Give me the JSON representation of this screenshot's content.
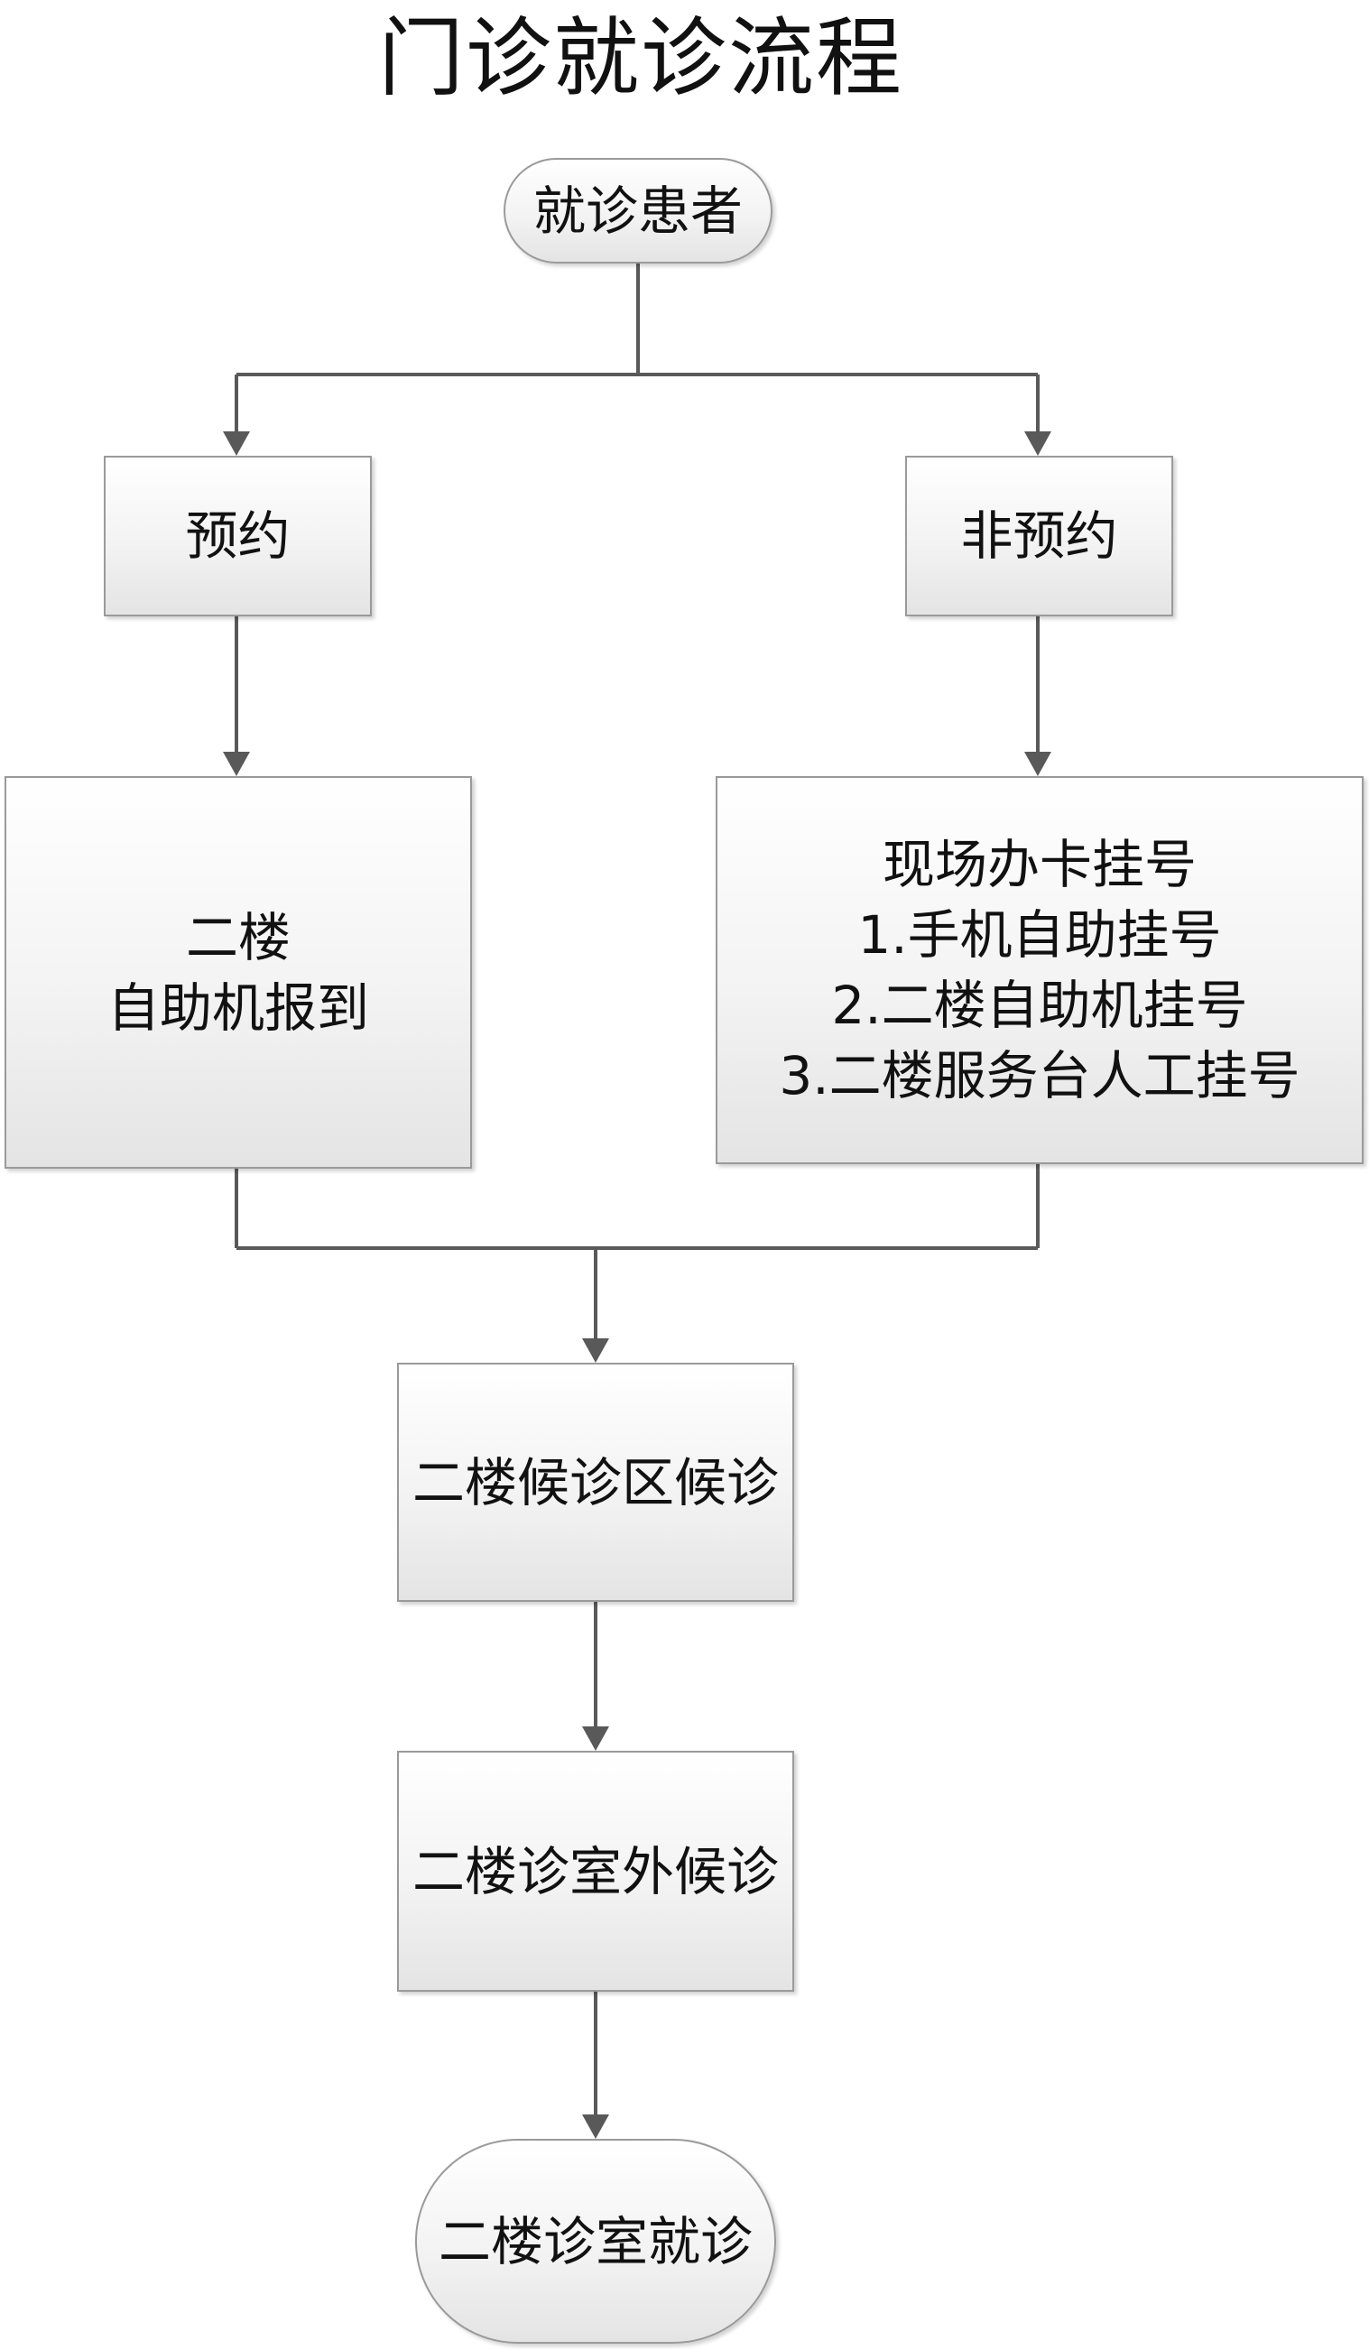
{
  "title": "门诊就诊流程",
  "nodes": {
    "start": "就诊患者",
    "appointment": "预约",
    "no_appointment": "非预约",
    "checkin": [
      "二楼",
      "自助机报到"
    ],
    "register": [
      "现场办卡挂号",
      "1.手机自助挂号",
      "2.二楼自助机挂号",
      "3.二楼服务台人工挂号"
    ],
    "waiting_area": "二楼候诊区候诊",
    "waiting_outside": "二楼诊室外候诊",
    "end": "二楼诊室就诊"
  },
  "colors": {
    "connector": "#595959",
    "box_border": "#9a9a9a",
    "box_fill_top": "#ffffff",
    "box_fill_bottom": "#e4e4e4"
  }
}
